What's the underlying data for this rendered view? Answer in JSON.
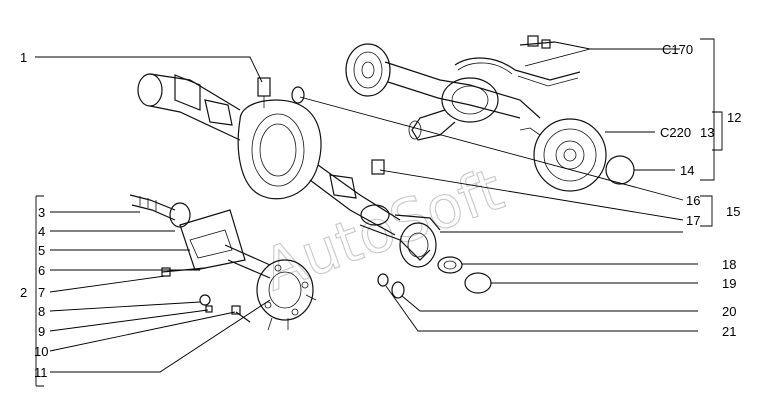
{
  "watermark": "AutoSoft",
  "callouts": {
    "c1": "1",
    "c2": "2",
    "c3": "3",
    "c4": "4",
    "c5": "5",
    "c6": "6",
    "c7": "7",
    "c8": "8",
    "c9": "9",
    "c10": "10",
    "c11": "11",
    "c12": "12",
    "c13": "13",
    "c14": "14",
    "c15": "15",
    "c16": "16",
    "c17": "17",
    "c18": "18",
    "c19": "19",
    "c20": "20",
    "c21": "21",
    "c170": "C170",
    "c220": "C220"
  }
}
